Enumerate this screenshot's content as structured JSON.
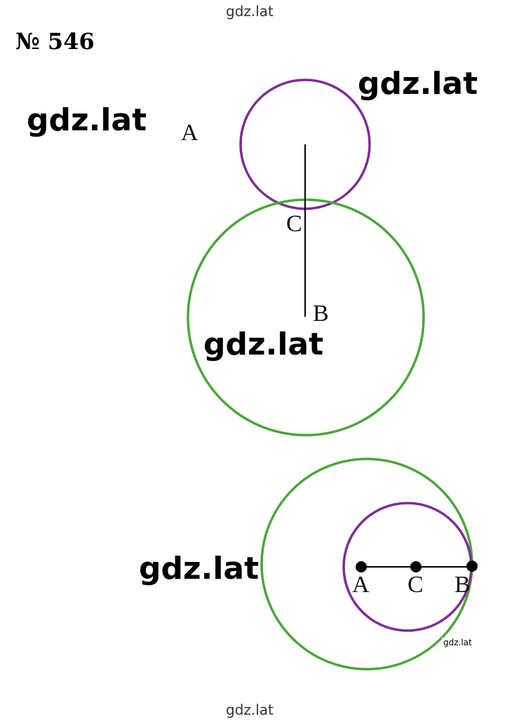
{
  "watermarks": {
    "top": "gdz.lat",
    "bottom": "gdz.lat",
    "big_1": "gdz.lat",
    "big_2": "gdz.lat",
    "big_3": "gdz.lat",
    "big_4": "gdz.lat",
    "tiny": "gdz.lat"
  },
  "problem": {
    "number": "№ 546"
  },
  "figure_1": {
    "labels": {
      "a": "A",
      "c": "C",
      "b": "B"
    }
  },
  "figure_2": {
    "labels": {
      "a": "A",
      "c": "C",
      "b": "B"
    }
  },
  "colors": {
    "small_circle": "#7b2d96",
    "large_circle": "#4aa63a",
    "segment": "#000000"
  }
}
